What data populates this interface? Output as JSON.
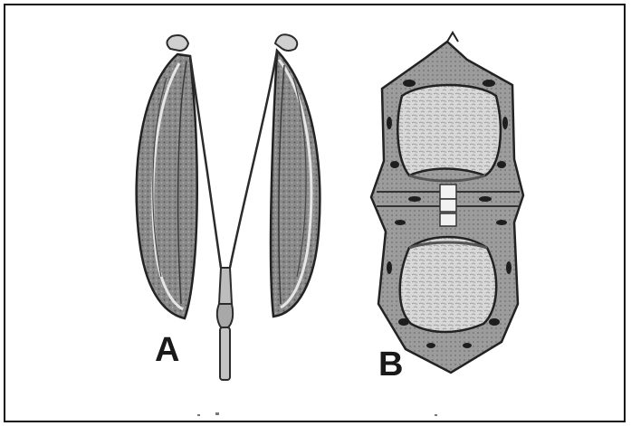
{
  "figure": {
    "panels": [
      {
        "id": "A",
        "label": "A",
        "subject": "fruit-halves-on-stalk"
      },
      {
        "id": "B",
        "label": "B",
        "subject": "cross-section-two-seeds"
      }
    ],
    "colors": {
      "frame": "#111111",
      "ink": "#2b2b2b",
      "shade": "#6e6e6e",
      "light": "#c9c9c9",
      "paper": "#ffffff"
    }
  }
}
